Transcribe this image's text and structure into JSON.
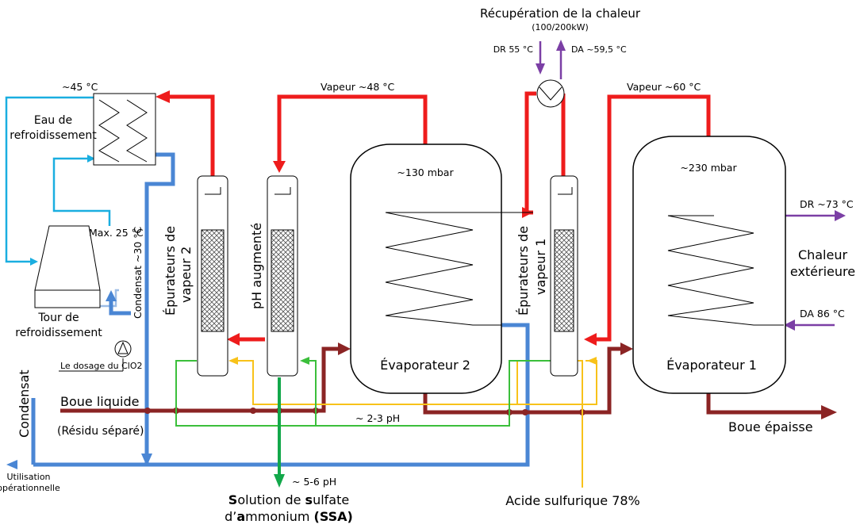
{
  "colors": {
    "steam": "#ee1c1c",
    "sludge": "#8b2424",
    "cooling_water": "#1aaee0",
    "condensate": "#4a86d4",
    "condensate_light": "#9dbde6",
    "acid": "#f8c21a",
    "ssa": "#3bbf3b",
    "ssa_outlet": "#12a84a",
    "heat": "#7b3fa5"
  },
  "heat_recovery": {
    "title": "Récupération de la chaleur",
    "capacity": "(100/200kW)",
    "dr": "DR 55 °C",
    "da": "DA ~59,5 °C"
  },
  "cooling": {
    "temp_hot": "~45 °C",
    "water_line1": "Eau de",
    "water_line2": "refroidissement",
    "tower_line1": "Tour de",
    "tower_line2": "refroidissement",
    "max_temp": "Max. 25 °C",
    "condensate_temp": "Condensat ~30 °C",
    "clo2_dosing": "Le dosage du ClO2"
  },
  "steam": {
    "evap2": "Vapeur ~48 °C",
    "evap1": "Vapeur ~60 °C"
  },
  "columns": {
    "scrubber2_line1": "Épurateurs de",
    "scrubber2_line2": "vapeur 2",
    "ph_raised": "pH augmenté",
    "scrubber1_line1": "Épurateurs de",
    "scrubber1_line2": "vapeur 1"
  },
  "evaporator2": {
    "pressure": "~130 mbar",
    "label": "Évaporateur 2"
  },
  "evaporator1": {
    "pressure": "~230 mbar",
    "label": "Évaporateur 1"
  },
  "external_heat": {
    "dr": "DR ~73 °C",
    "line1": "Chaleur",
    "line2": "extérieure",
    "da": "DA  86 °C"
  },
  "flows": {
    "liquid_sludge": "Boue liquide",
    "separated_residue": "(Résidu séparé)",
    "condensate": "Condensat",
    "operational_use_line1": "Utilisation",
    "operational_use_line2": "opérationnelle",
    "ph_low": "~ 2-3 pH",
    "ph_ssa": "~ 5-6 pH",
    "thick_sludge": "Boue épaisse",
    "sulfuric_acid": "Acide sulfurique 78%"
  },
  "ssa": {
    "s1": "S",
    "t1": "olution de ",
    "s2": "s",
    "t2": "ulfate",
    "t3": "d’",
    "s3": "a",
    "t4": "mmonium ",
    "s4": "(SSA)"
  }
}
